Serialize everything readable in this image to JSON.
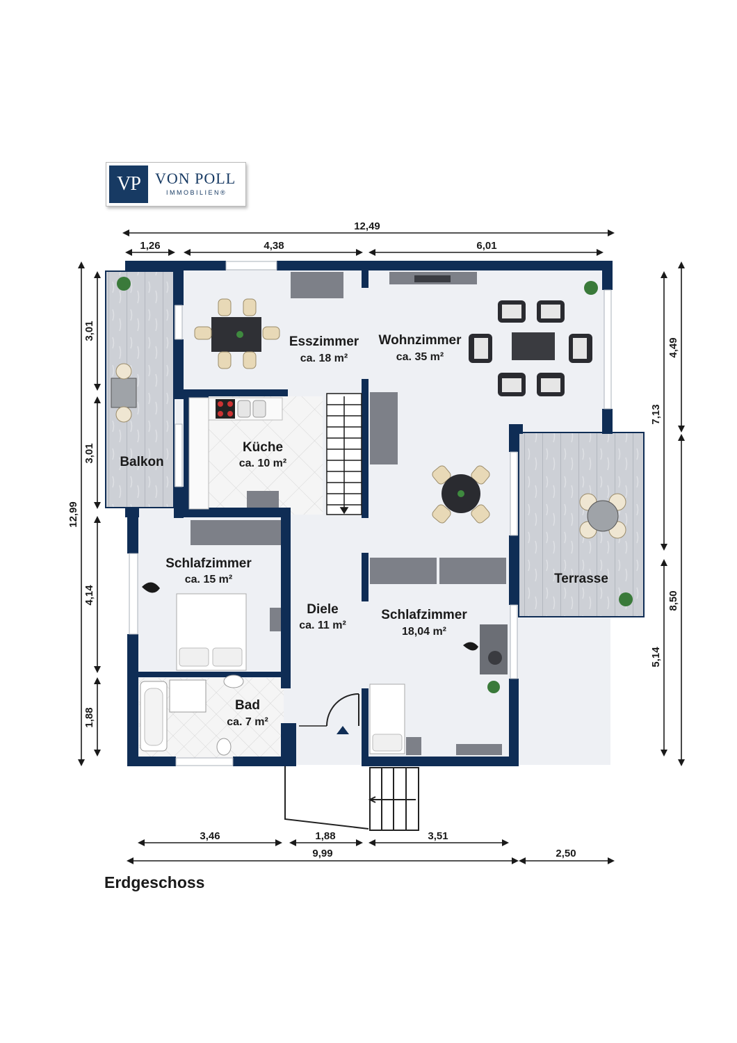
{
  "logo": {
    "initials": "VP",
    "name": "VON POLL",
    "sub": "IMMOBILIEN®"
  },
  "floor_title": "Erdgeschoss",
  "rooms": {
    "esszimmer": {
      "name": "Esszimmer",
      "area": "ca. 18 m²"
    },
    "wohnzimmer": {
      "name": "Wohnzimmer",
      "area": "ca. 35 m²"
    },
    "kueche": {
      "name": "Küche",
      "area": "ca. 10 m²"
    },
    "balkon": {
      "name": "Balkon"
    },
    "schlafzimmer1": {
      "name": "Schlafzimmer",
      "area": "ca. 15 m²"
    },
    "diele": {
      "name": "Diele",
      "area": "ca. 11 m²"
    },
    "schlafzimmer2": {
      "name": "Schlafzimmer",
      "area": "18,04 m²"
    },
    "terrasse": {
      "name": "Terrasse"
    },
    "bad": {
      "name": "Bad",
      "area": "ca. 7 m²"
    }
  },
  "dimensions": {
    "top_total": "12,49",
    "top_1": "1,26",
    "top_2": "4,38",
    "top_3": "6,01",
    "left_total": "12,99",
    "left_1": "3,01",
    "left_2": "3,01",
    "left_3": "4,14",
    "left_4": "1,88",
    "right_outer_1": "4,49",
    "right_outer_2": "8,50",
    "right_inner_1": "7,13",
    "right_inner_2": "5,14",
    "bottom_1": "3,46",
    "bottom_2": "1,88",
    "bottom_3": "3,51",
    "bottom_total": "9,99",
    "bottom_extra": "2,50"
  },
  "colors": {
    "wall": "#0f2d55",
    "floor": "#eef0f4",
    "deck": "#cfd2d8",
    "tile": "#f4f4f4"
  }
}
